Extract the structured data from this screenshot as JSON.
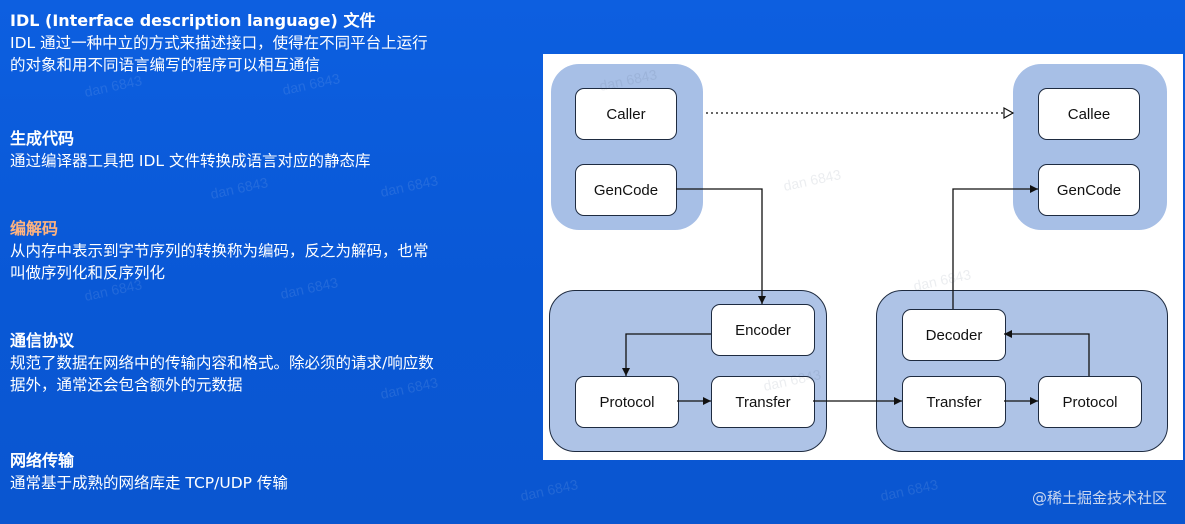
{
  "sections": [
    {
      "title": "IDL (Interface description language) 文件",
      "body": [
        "IDL 通过一种中立的方式来描述接口，使得在不同平台上运行",
        "的对象和用不同语言编写的程序可以相互通信"
      ]
    },
    {
      "title": "生成代码",
      "body": [
        "通过编译器工具把 IDL 文件转换成语言对应的静态库"
      ]
    },
    {
      "title": "编解码",
      "body": [
        "从内存中表示到字节序列的转换称为编码，反之为解码，也常",
        "叫做序列化和反序列化"
      ]
    },
    {
      "title": "通信协议",
      "body": [
        "规范了数据在网络中的传输内容和格式。除必须的请求/响应数",
        "据外，通常还会包含额外的元数据"
      ]
    },
    {
      "title": "网络传输",
      "body": [
        "通常基于成熟的网络库走 TCP/UDP 传输"
      ]
    }
  ],
  "diagram": {
    "caller": "Caller",
    "callee": "Callee",
    "gencode_left": "GenCode",
    "gencode_right": "GenCode",
    "encoder": "Encoder",
    "decoder": "Decoder",
    "protocol_left": "Protocol",
    "protocol_right": "Protocol",
    "transfer_left": "Transfer",
    "transfer_right": "Transfer"
  },
  "watermark_text": "dan 6843",
  "footer_watermark": "@稀土掘金技术社区"
}
